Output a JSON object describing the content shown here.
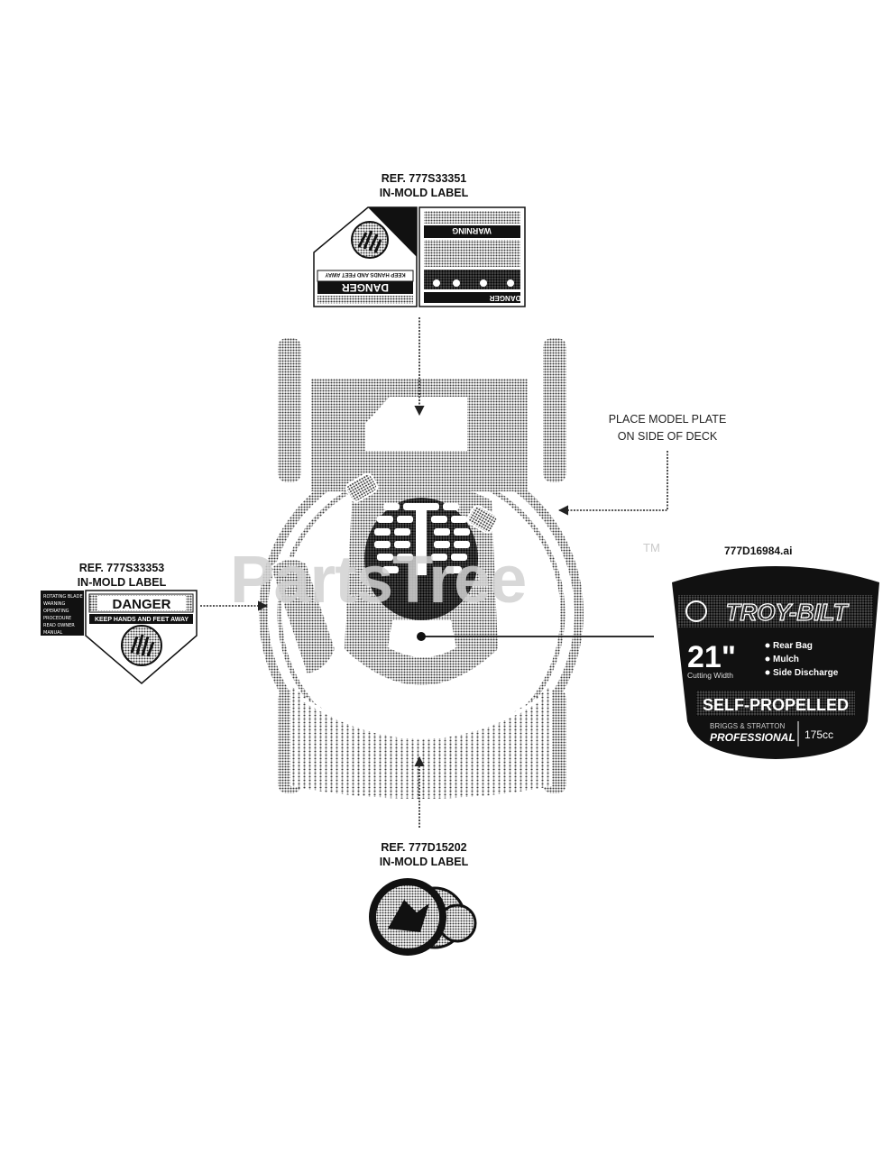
{
  "callouts": {
    "top": {
      "ref": "REF. 777S33351",
      "type": "IN-MOLD LABEL"
    },
    "left": {
      "ref": "REF. 777S33353",
      "type": "IN-MOLD LABEL"
    },
    "bottom": {
      "ref": "REF. 777D15202",
      "type": "IN-MOLD LABEL"
    }
  },
  "model_plate_note": {
    "line1": "PLACE MODEL PLATE",
    "line2": "ON SIDE OF DECK"
  },
  "drawing_file": "777D16984.ai",
  "watermark": {
    "text": "PartsTree",
    "trademark": "TM"
  },
  "left_label": {
    "heading": "DANGER",
    "subtext": "KEEP HANDS AND FEET AWAY",
    "side_text": [
      "ROTATING BLADE",
      "WARNING",
      "OPERATING",
      "PROCEDURE",
      "READ OWNER",
      "MANUAL"
    ]
  },
  "top_label": {
    "danger_heading": "DANGER",
    "danger_subtext": "KEEP HANDS AND FEET AWAY",
    "warning_heading": "WARNING",
    "bottom_tag": "DANGER"
  },
  "decal": {
    "brand": "TROY-BILT",
    "cut_width": "21\"",
    "cut_caption": "Cutting Width",
    "features": [
      "Rear Bag",
      "Mulch",
      "Side Discharge"
    ],
    "drive": "SELF-PROPELLED",
    "engine_brand": "BRIGGS & STRATTON",
    "engine_line": "PROFESSIONAL",
    "displacement": "175cc"
  }
}
